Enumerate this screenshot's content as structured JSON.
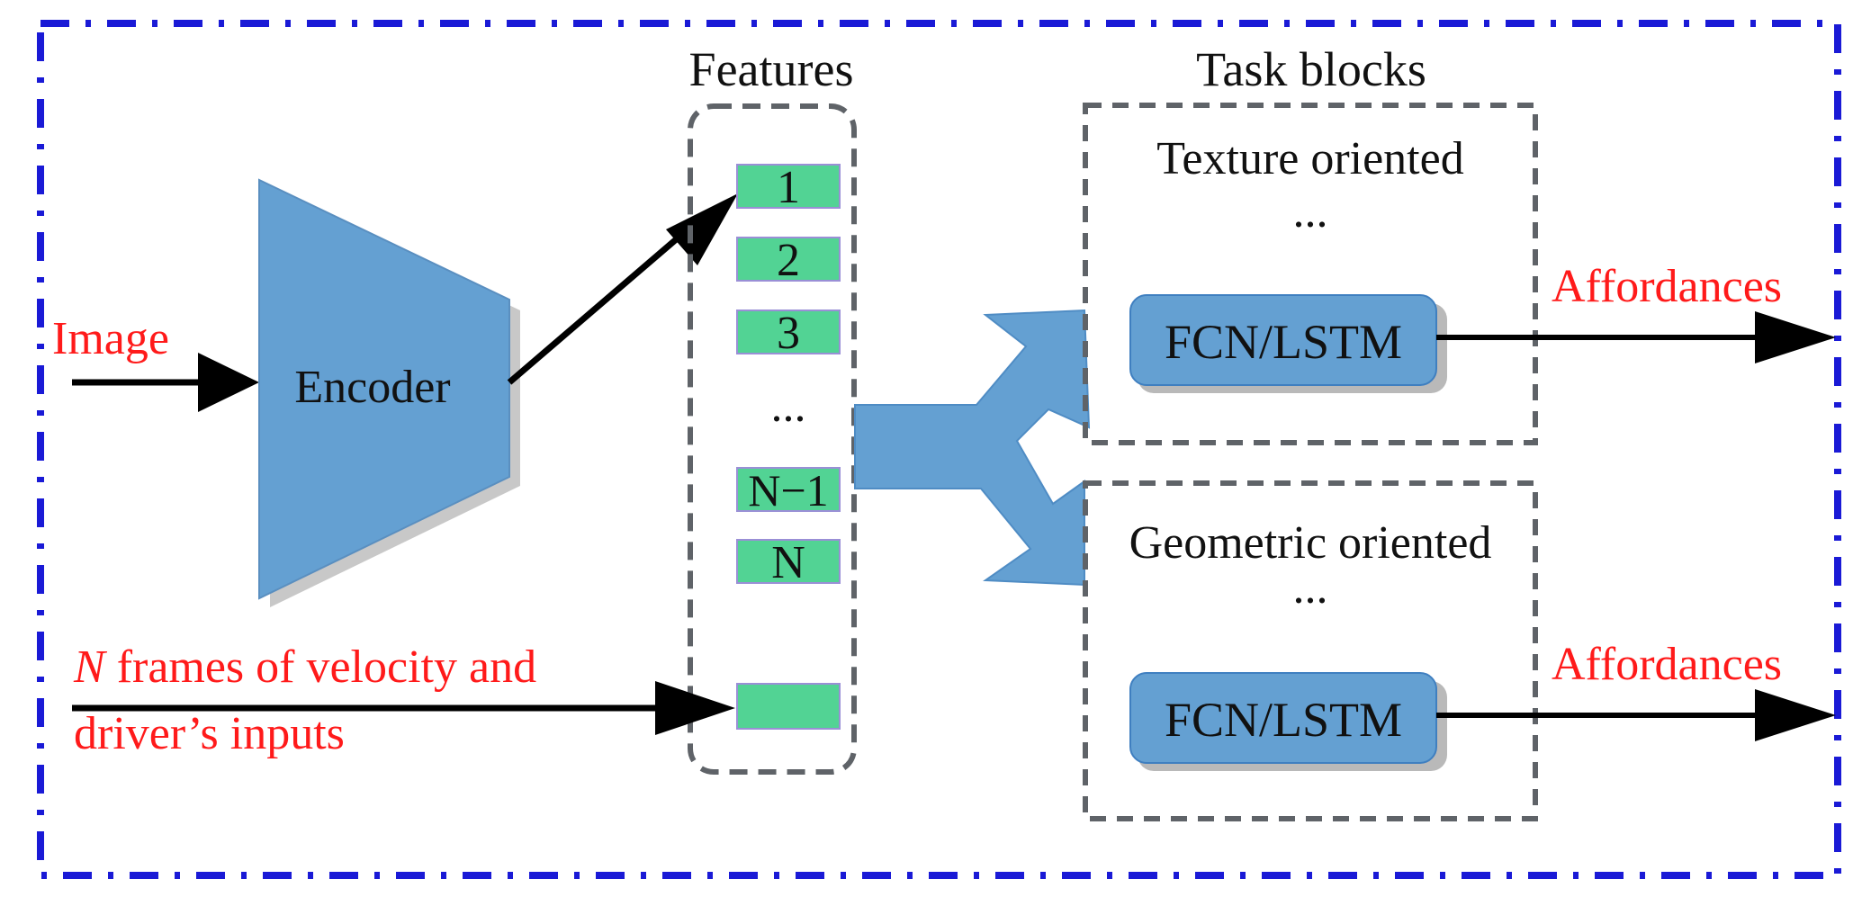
{
  "colors": {
    "outer_border": "#1a1ad6",
    "box_fill": "#64a0d2",
    "box_stroke": "#3f7fc0",
    "feature_fill": "#52d394",
    "feature_stroke": "#9a8fd6",
    "dash_gray": "#5f6368",
    "label_red": "#ff1a1a",
    "text": "#111111",
    "shadow": "#c8c8c8"
  },
  "input": {
    "image_label": "Image",
    "velocity_label_em": "N",
    "velocity_label_line1_rest": " frames of velocity and",
    "velocity_label_line2": "driver’s inputs"
  },
  "encoder": {
    "label": "Encoder"
  },
  "features": {
    "title": "Features",
    "items": [
      "1",
      "2",
      "3",
      "N−1",
      "N"
    ],
    "ellipsis": "...",
    "extra_item": ""
  },
  "task_blocks": {
    "title": "Task blocks",
    "texture": {
      "title": "Texture oriented",
      "ellipsis": "...",
      "module": "FCN/LSTM",
      "output": "Affordances"
    },
    "geometric": {
      "title": "Geometric oriented",
      "ellipsis": "...",
      "module": "FCN/LSTM",
      "output": "Affordances"
    }
  }
}
